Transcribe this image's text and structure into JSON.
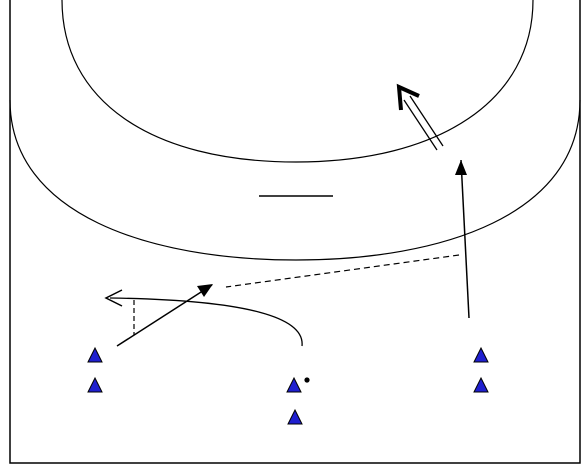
{
  "diagram": {
    "kind": "handball-drill",
    "colors": {
      "line": "#000000",
      "player_fill": "#1f1fcf",
      "player_stroke": "#000000",
      "background": "#ffffff"
    },
    "players": [
      {
        "id": "left-front",
        "group": "left"
      },
      {
        "id": "left-back",
        "group": "left"
      },
      {
        "id": "center-front",
        "group": "center",
        "has_ball": true
      },
      {
        "id": "center-back",
        "group": "center"
      },
      {
        "id": "right-front",
        "group": "right"
      },
      {
        "id": "right-back",
        "group": "right"
      }
    ],
    "movements": [
      {
        "id": "right-run",
        "style": "solid-arrow"
      },
      {
        "id": "pass",
        "style": "dashed"
      },
      {
        "id": "left-run",
        "style": "solid-arrow"
      },
      {
        "id": "center-curve",
        "style": "open-arrow"
      },
      {
        "id": "shot",
        "style": "double-line-arrow"
      }
    ]
  }
}
